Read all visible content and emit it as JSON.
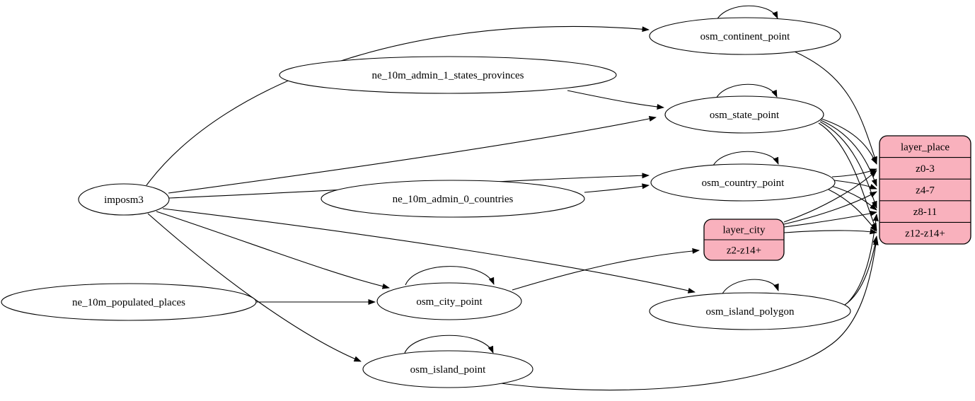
{
  "diagram": {
    "type": "directed-graph",
    "colors": {
      "background": "#ffffff",
      "node_fill": "#ffffff",
      "record_fill": "#f9b1bd",
      "stroke": "#000000",
      "text": "#000000"
    },
    "nodes": [
      {
        "id": "imposm3",
        "label": "imposm3",
        "shape": "ellipse"
      },
      {
        "id": "ne_10m_admin_1_states_provinces",
        "label": "ne_10m_admin_1_states_provinces",
        "shape": "ellipse"
      },
      {
        "id": "ne_10m_admin_0_countries",
        "label": "ne_10m_admin_0_countries",
        "shape": "ellipse"
      },
      {
        "id": "ne_10m_populated_places",
        "label": "ne_10m_populated_places",
        "shape": "ellipse"
      },
      {
        "id": "osm_continent_point",
        "label": "osm_continent_point",
        "shape": "ellipse"
      },
      {
        "id": "osm_state_point",
        "label": "osm_state_point",
        "shape": "ellipse"
      },
      {
        "id": "osm_country_point",
        "label": "osm_country_point",
        "shape": "ellipse"
      },
      {
        "id": "osm_city_point",
        "label": "osm_city_point",
        "shape": "ellipse"
      },
      {
        "id": "osm_island_polygon",
        "label": "osm_island_polygon",
        "shape": "ellipse"
      },
      {
        "id": "osm_island_point",
        "label": "osm_island_point",
        "shape": "ellipse"
      },
      {
        "id": "layer_city",
        "label": "layer_city",
        "shape": "record",
        "rows": [
          "z2-z14+"
        ]
      },
      {
        "id": "layer_place",
        "label": "layer_place",
        "shape": "record",
        "rows": [
          "z0-3",
          "z4-7",
          "z8-11",
          "z12-z14+"
        ]
      }
    ],
    "edges": [
      {
        "from": "imposm3",
        "to": "osm_continent_point"
      },
      {
        "from": "imposm3",
        "to": "osm_state_point"
      },
      {
        "from": "imposm3",
        "to": "osm_country_point"
      },
      {
        "from": "imposm3",
        "to": "osm_city_point"
      },
      {
        "from": "imposm3",
        "to": "osm_island_polygon"
      },
      {
        "from": "imposm3",
        "to": "osm_island_point"
      },
      {
        "from": "ne_10m_admin_1_states_provinces",
        "to": "osm_state_point"
      },
      {
        "from": "ne_10m_admin_0_countries",
        "to": "osm_country_point"
      },
      {
        "from": "ne_10m_populated_places",
        "to": "osm_city_point"
      },
      {
        "from": "osm_continent_point",
        "to": "osm_continent_point"
      },
      {
        "from": "osm_state_point",
        "to": "osm_state_point"
      },
      {
        "from": "osm_country_point",
        "to": "osm_country_point"
      },
      {
        "from": "osm_city_point",
        "to": "osm_city_point"
      },
      {
        "from": "osm_island_polygon",
        "to": "osm_island_polygon"
      },
      {
        "from": "osm_island_point",
        "to": "osm_island_point"
      },
      {
        "from": "osm_city_point",
        "to": "layer_city",
        "row": "z2-z14+"
      },
      {
        "from": "osm_continent_point",
        "to": "layer_place",
        "row": "z0-3"
      },
      {
        "from": "osm_state_point",
        "to": "layer_place",
        "row": "z0-3"
      },
      {
        "from": "osm_state_point",
        "to": "layer_place",
        "row": "z4-7"
      },
      {
        "from": "osm_state_point",
        "to": "layer_place",
        "row": "z8-11"
      },
      {
        "from": "osm_state_point",
        "to": "layer_place",
        "row": "z12-z14+"
      },
      {
        "from": "osm_country_point",
        "to": "layer_place",
        "row": "z0-3"
      },
      {
        "from": "osm_country_point",
        "to": "layer_place",
        "row": "z4-7"
      },
      {
        "from": "osm_country_point",
        "to": "layer_place",
        "row": "z8-11"
      },
      {
        "from": "osm_country_point",
        "to": "layer_place",
        "row": "z12-z14+"
      },
      {
        "from": "layer_city",
        "to": "layer_place",
        "row": "z0-3"
      },
      {
        "from": "layer_city",
        "to": "layer_place",
        "row": "z4-7"
      },
      {
        "from": "layer_city",
        "to": "layer_place",
        "row": "z8-11"
      },
      {
        "from": "layer_city",
        "to": "layer_place",
        "row": "z12-z14+"
      },
      {
        "from": "osm_island_polygon",
        "to": "layer_place",
        "row": "z8-11"
      },
      {
        "from": "osm_island_polygon",
        "to": "layer_place",
        "row": "z12-z14+"
      },
      {
        "from": "osm_island_point",
        "to": "layer_place",
        "row": "z12-z14+"
      }
    ]
  }
}
